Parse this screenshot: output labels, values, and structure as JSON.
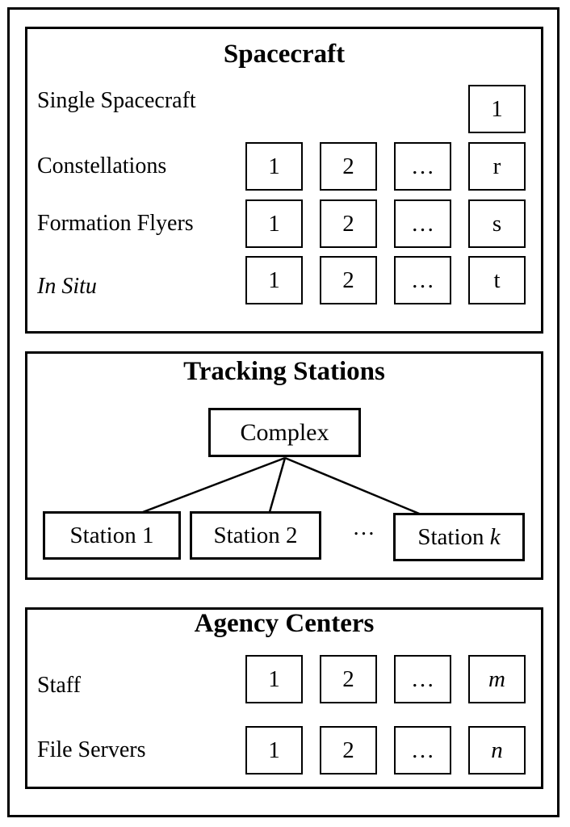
{
  "sections": {
    "spacecraft": {
      "title": "Spacecraft",
      "rows": [
        {
          "label": "Single Spacecraft",
          "boxes": [
            "1"
          ]
        },
        {
          "label": "Constellations",
          "boxes": [
            "1",
            "2",
            "…",
            "r"
          ]
        },
        {
          "label": "Formation Flyers",
          "boxes": [
            "1",
            "2",
            "…",
            "s"
          ]
        },
        {
          "label": "In Situ",
          "boxes": [
            "1",
            "2",
            "…",
            "t"
          ]
        }
      ]
    },
    "tracking": {
      "title": "Tracking Stations",
      "complex_label": "Complex",
      "stations": [
        "Station 1",
        "Station 2"
      ],
      "dots": "…",
      "station_k_prefix": "Station ",
      "station_k_var": "k"
    },
    "agency": {
      "title": "Agency Centers",
      "rows": [
        {
          "label": "Staff",
          "boxes": [
            "1",
            "2",
            "…",
            "m"
          ]
        },
        {
          "label": "File Servers",
          "boxes": [
            "1",
            "2",
            "…",
            "n"
          ]
        }
      ]
    }
  },
  "colors": {
    "line": "#000000",
    "background": "#ffffff"
  }
}
